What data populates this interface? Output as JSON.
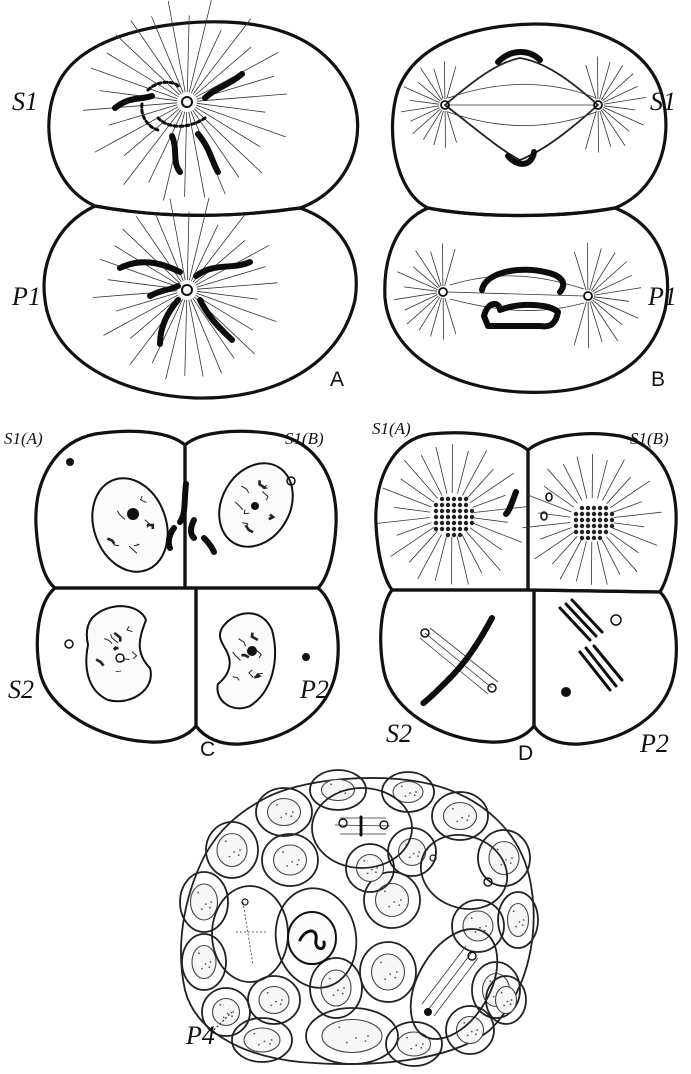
{
  "figure": {
    "panels": [
      {
        "id": "A",
        "label": "A",
        "cells": [
          {
            "label": "S1"
          },
          {
            "label": "P1"
          }
        ]
      },
      {
        "id": "B",
        "label": "B",
        "cells": [
          {
            "label": "S1"
          },
          {
            "label": "P1"
          }
        ]
      },
      {
        "id": "C",
        "label": "C",
        "cells": [
          {
            "label": "S1(A)"
          },
          {
            "label": "S1(B)"
          },
          {
            "label": "S2"
          },
          {
            "label": "P2"
          }
        ]
      },
      {
        "id": "D",
        "label": "D",
        "cells": [
          {
            "label": "S1(A)"
          },
          {
            "label": "S1(B)"
          },
          {
            "label": "S2"
          },
          {
            "label": "P2"
          }
        ]
      },
      {
        "id": "E",
        "cells": [
          {
            "label": "P4"
          }
        ]
      }
    ]
  }
}
